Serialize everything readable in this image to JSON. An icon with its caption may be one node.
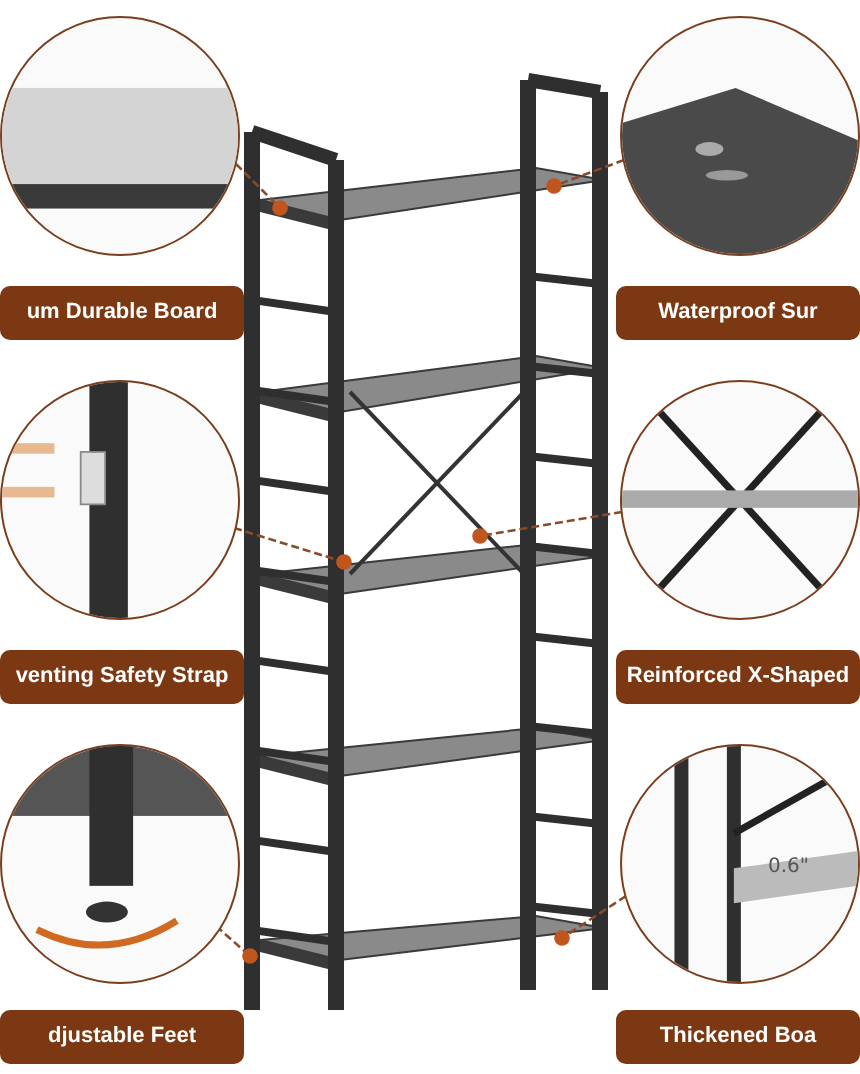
{
  "diagram": {
    "nodes": [
      {
        "text": [],
        "shape": "picture"
      },
      {
        "text": [],
        "shape": "picture"
      },
      {
        "text": [
          "um Durable Board"
        ]
      },
      {
        "text": [
          "Waterproof Sur"
        ]
      },
      {
        "text": [],
        "shape": "picture"
      },
      {
        "text": [],
        "shape": "picture"
      },
      {
        "text": [
          "venting Safety Strap"
        ]
      },
      {
        "text": [
          "Reinforced X-Shaped"
        ]
      },
      {
        "text": [],
        "shape": "picture"
      },
      {
        "text": [],
        "shape": "picture"
      },
      {
        "text": [
          "djustable Feet"
        ]
      },
      {
        "text": [
          "Thickened Boa"
        ]
      }
    ],
    "edges": [
      {
        "from": 0,
        "to": null,
        "arrow": "other"
      },
      {
        "from": 1,
        "to": null,
        "arrow": "other"
      },
      {
        "from": 4,
        "to": null,
        "arrow": "other"
      },
      {
        "from": 5,
        "to": null,
        "arrow": "other"
      },
      {
        "from": 8,
        "to": null,
        "arrow": "other"
      },
      {
        "from": 9,
        "to": null,
        "arrow": "other"
      }
    ],
    "labels": [
      "0.6\""
    ]
  }
}
